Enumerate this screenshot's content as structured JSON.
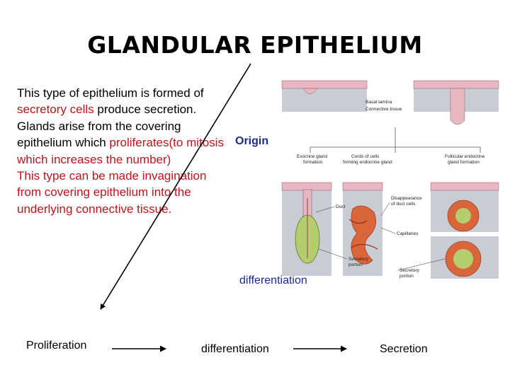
{
  "title": "GLANDULAR EPITHELIUM",
  "body": {
    "p1_a": "This type of epithelium is formed of ",
    "p1_b": "secretory cells",
    "p1_c": " produce secretion. Glands arise from the covering epithelium which ",
    "p1_d": "proliferates(to mitosis which increases the number)",
    "p2": "This type can be made invagination from covering epithelium  into the underlying connective tissue."
  },
  "labels": {
    "origin": "Origin",
    "differentiation_mid": "differentiation",
    "proliferation": "Proliferation",
    "differentiation_bottom": "differentiation",
    "secretion": "Secretion"
  },
  "figure": {
    "basal_lamina": "Basal lamina",
    "connective_tissue": "Connective tissue",
    "exocrine": "Exocrine gland",
    "formation": "formation",
    "cords": "Cords of cells",
    "forming_endocrine": "forming endocrine gland",
    "follicular": "Follicular endocrine",
    "gland_formation": "gland formation",
    "duct": "Duct",
    "disappearance": "Disappearance",
    "of_duct_cells": "of duct cells",
    "capillaries": "Capillaries",
    "secretory_1": "Secretory",
    "portion_1": "portion",
    "secretory_2": "Secretory",
    "portion_2": "portion"
  },
  "colors": {
    "text_red": "#c0141c",
    "label_blue": "#1c2a8c",
    "epithelium_pink": "#e7b7c2",
    "connective_gray": "#c9ccd2",
    "gland_green": "#b4cd6e",
    "cord_orange": "#d9663a"
  }
}
